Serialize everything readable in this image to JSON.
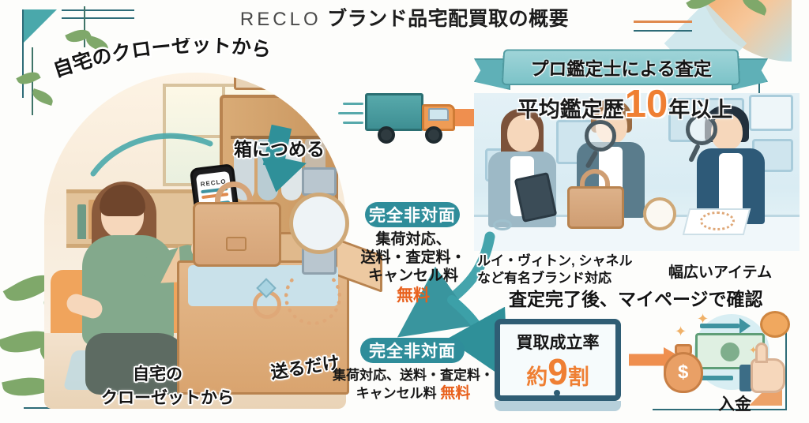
{
  "header": {
    "brand": "RECLO",
    "title": "ブランド品宅配買取の概要"
  },
  "left_section": {
    "arc_caption": "自宅のクローゼットから",
    "box_caption": "箱につめる",
    "send_caption": "送るだけ",
    "bottom_caption_line1": "自宅の",
    "bottom_caption_line2": "クローゼットから",
    "phone_app_logo": "RECLO"
  },
  "middle_notes": {
    "upper": {
      "badge": "完全非対面",
      "line1": "集荷対応、",
      "line2": "送料・査定料・",
      "line3": "キャンセル料",
      "free": "無料"
    },
    "lower": {
      "badge": "完全非対面",
      "line1": "集荷対応、送料・査定料・",
      "line2_prefix": "キャンセル料 ",
      "free": "無料"
    }
  },
  "right_section": {
    "ribbon": "プロ鑑定士による査定",
    "average_prefix": "平均鑑定歴",
    "average_number": "10",
    "average_suffix": "年以上",
    "brands_line1": "ルイ・ヴィトン, シャネル",
    "brands_line2": "など有名ブランド対応",
    "items_caption": "幅広いアイテム",
    "mypage_caption": "査定完了後、マイページで確認"
  },
  "result": {
    "label": "買取成立率",
    "value_prefix": "約",
    "value_number": "9",
    "value_suffix": "割"
  },
  "payout": {
    "label": "入金",
    "currency_symbol": "$"
  },
  "icons": {
    "truck": "delivery-truck-icon",
    "arrow_right": "arrow-right-icon",
    "arrow_down": "arrow-down-icon",
    "magnifier": "magnifying-glass-icon",
    "money_bag": "money-bag-icon",
    "banknote": "banknote-icon",
    "thumbs_up": "thumbs-up-icon",
    "monitor": "monitor-icon"
  },
  "colors": {
    "teal": "#2f8d9a",
    "teal_light": "#7cc3c8",
    "orange": "#ef7f33",
    "orange_free": "#e8601c",
    "dark_text": "#141414",
    "panel_blue": "#d9ecf3",
    "panel_cream": "#f7ead8"
  }
}
